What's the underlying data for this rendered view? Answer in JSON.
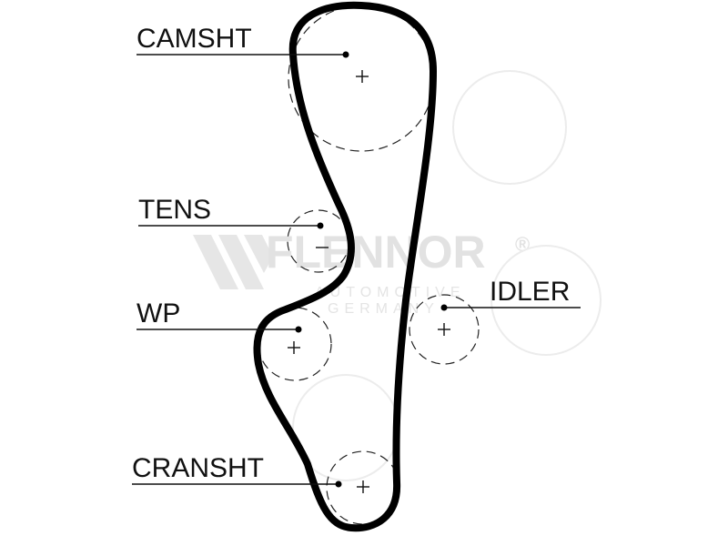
{
  "labels": {
    "camshaft": "CAMSHT",
    "tensioner": "TENS",
    "water_pump": "WP",
    "idler": "IDLER",
    "crankshaft": "CRANSHT"
  },
  "watermark": {
    "brand": "FLENNOR",
    "registered": "®",
    "line1": "AUTOMOTIVE",
    "line2": "GERMANY"
  },
  "colors": {
    "belt": "#000000",
    "text": "#111111",
    "watermark": "#e2e2e2"
  }
}
